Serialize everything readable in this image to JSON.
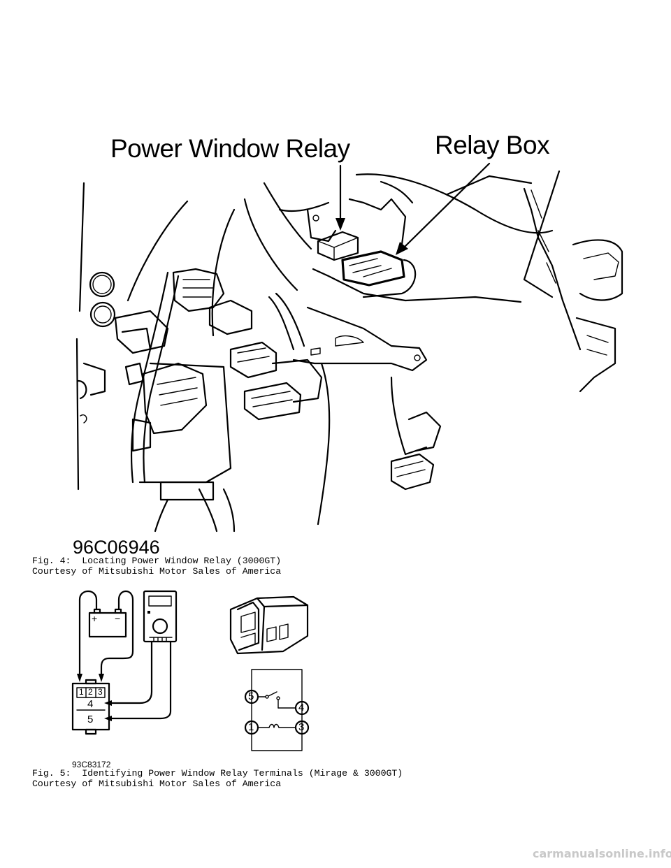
{
  "figure4": {
    "label_relay": "Power Window Relay",
    "label_box": "Relay Box",
    "figure_id": "96C06946",
    "caption_line1": "Fig. 4:  Locating Power Window Relay (3000GT)",
    "caption_line2": "Courtesy of Mitsubishi Motor Sales of America"
  },
  "figure5": {
    "figure_id": "93C83172",
    "connector_terminals": [
      "1",
      "2",
      "3",
      "4",
      "5"
    ],
    "battery_plus": "+",
    "battery_minus": "−",
    "schematic_terminals": [
      "5",
      "4",
      "1",
      "3"
    ],
    "caption_line1": "Fig. 5:  Identifying Power Window Relay Terminals (Mirage & 3000GT)",
    "caption_line2": "Courtesy of Mitsubishi Motor Sales of America"
  },
  "watermark": "carmanualsonline.info"
}
